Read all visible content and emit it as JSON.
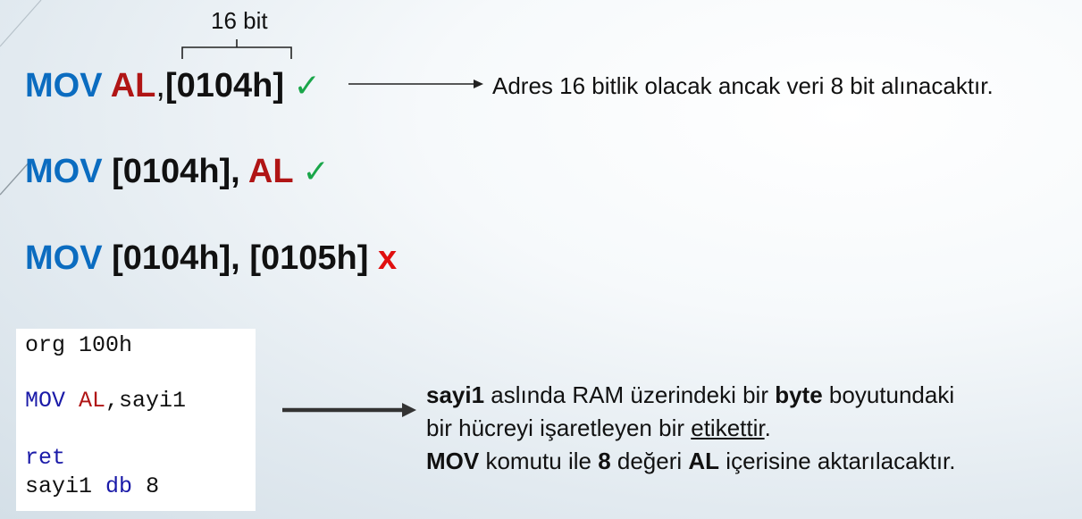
{
  "annotation": {
    "bit_label": "16 bit"
  },
  "instructions": [
    {
      "op": "MOV",
      "arg1": "AL",
      "sep": ",",
      "arg2": "[0104h]",
      "mark": "✓"
    },
    {
      "op": "MOV",
      "arg1": "[0104h],",
      "arg2": "AL",
      "mark": "✓"
    },
    {
      "op": "MOV",
      "arg1": "[0104h],",
      "arg2": "[0105h]",
      "mark": "x"
    }
  ],
  "note_1": "Adres 16 bitlik olacak ancak veri 8 bit alınacaktır.",
  "code": {
    "line1": "org 100h",
    "line2_kw": "MOV",
    "line2_reg": "AL",
    "line2_rest": ",sayi1",
    "line3": "ret",
    "line4_a": "sayi1",
    "line4_kw": "db",
    "line4_b": "8"
  },
  "explanation": {
    "p1_bold": "sayi1",
    "p1_a": " aslında RAM üzerindeki bir ",
    "p1_bold2": "byte",
    "p1_b": " boyutundaki",
    "p2_a": "bir hücreyi işaretleyen bir ",
    "p2_u": "etikettir",
    "p2_b": ".",
    "p3_bold": "MOV",
    "p3_a": " komutu ile ",
    "p3_bold2": "8",
    "p3_b": " değeri ",
    "p3_bold3": "AL",
    "p3_c": " içerisine aktarılacaktır."
  },
  "colors": {
    "blue": "#0b6cc0",
    "red": "#b01515",
    "green": "#1aa64a",
    "code_blue": "#1a1aa8"
  }
}
